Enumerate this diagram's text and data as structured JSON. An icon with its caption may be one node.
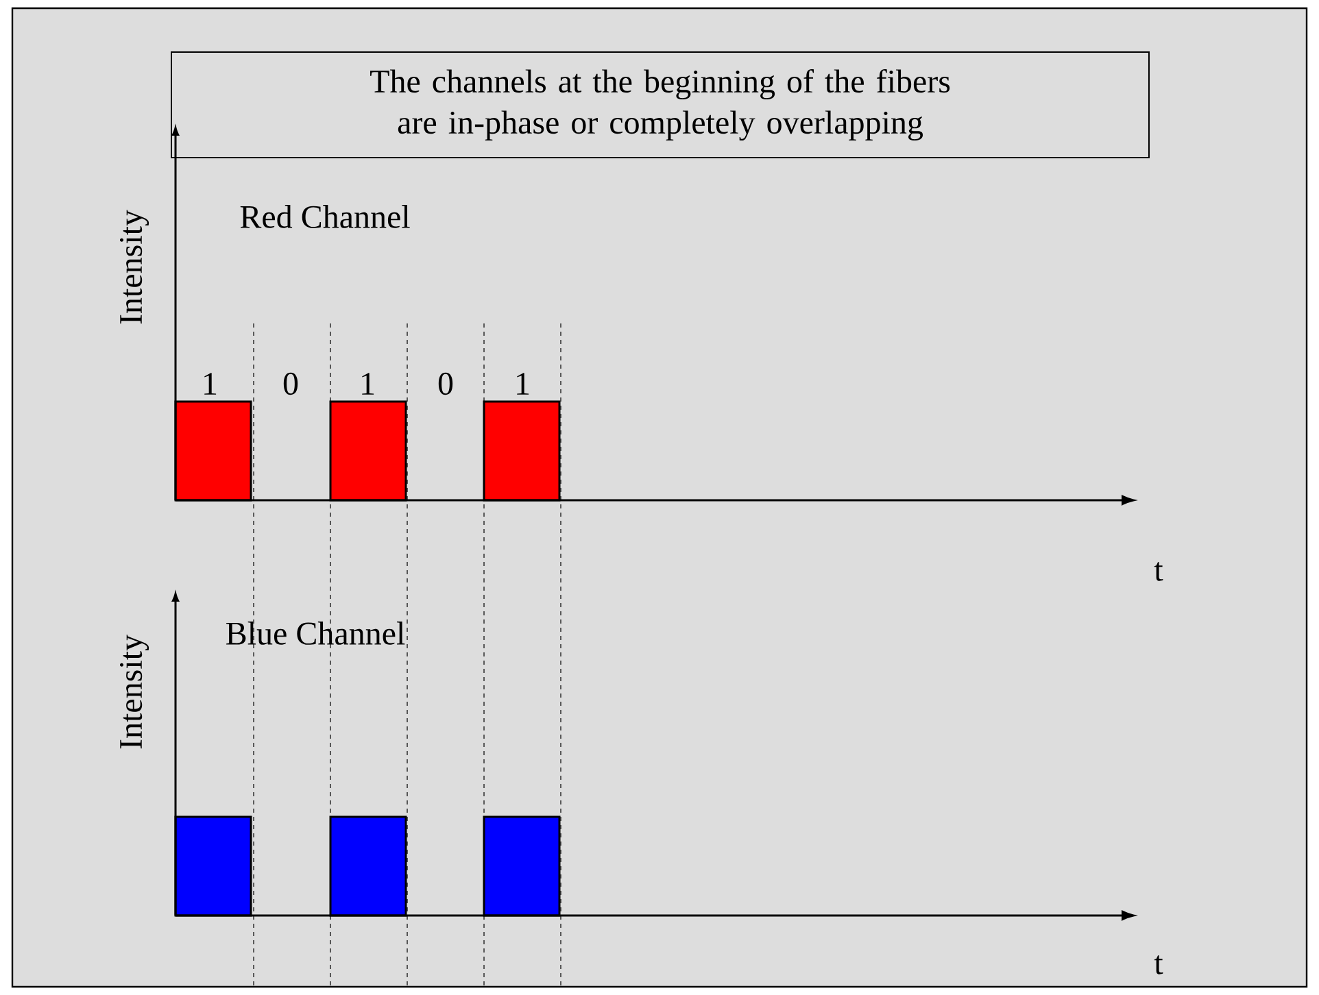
{
  "diagram": {
    "nodes": [
      {
        "text": [
          "The channels at the beginning of the fibers are in-phase or completely overlapping"
        ]
      }
    ],
    "labels": [
      "Intensity",
      "Red Channel",
      "1",
      "0",
      "1",
      "0",
      "1",
      "t",
      "Intensity",
      "Blue Channel",
      "t"
    ]
  }
}
